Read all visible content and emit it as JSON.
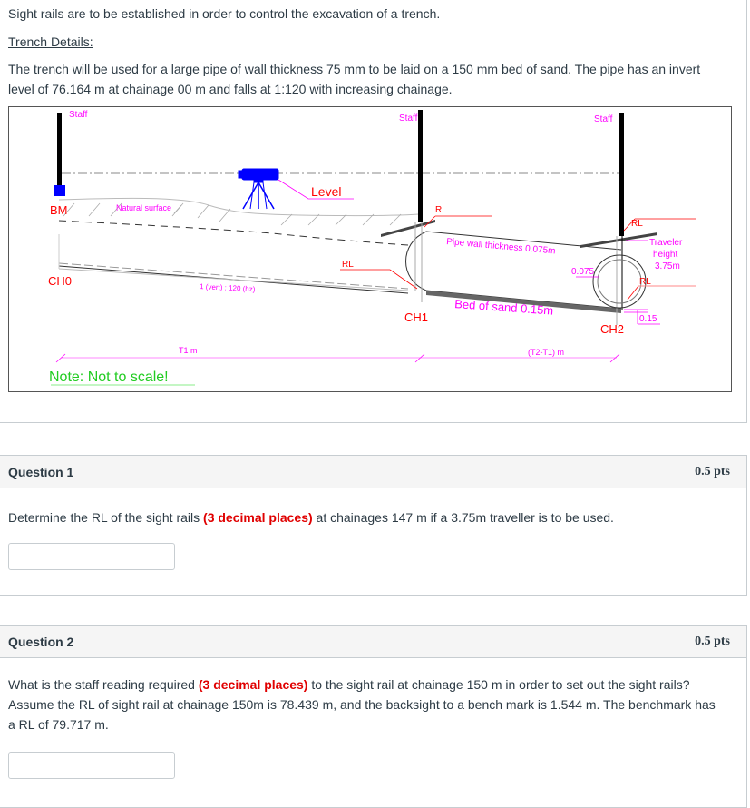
{
  "intro": {
    "line1": "Sight rails are to be established in order to control the excavation of a trench.",
    "heading": "Trench Details:",
    "details_line1": "The trench will be used for a large pipe of wall thickness 75 mm to be laid on a 150 mm bed of sand.  The pipe has an invert",
    "details_line2": "level of 76.164 m at chainage 00 m and falls at 1:120 with increasing chainage."
  },
  "diagram": {
    "labels": {
      "staff_1": "Staff",
      "staff_2": "Staff",
      "staff_3": "Staff",
      "bm": "BM",
      "natural_surface": "Natural surface",
      "level": "Level",
      "rl_1": "RL",
      "rl_2": "RL",
      "rl_3": "RL",
      "rl_4": "RL",
      "pipe_wall": "Pipe wall thickness 0.075m",
      "traveler_1": "Traveler",
      "traveler_2": "height",
      "traveler_3": "3.75m",
      "wall_dim": "0.075",
      "ch0": "CH0",
      "ch1": "CH1",
      "ch2": "CH2",
      "gradient": "1 (vert) : 120 (hz)",
      "bed_of_sand": "Bed of sand 0.15m",
      "sand_dim": "0.15",
      "t1": "T1 m",
      "t2_t1": "(T2-T1) m",
      "note": "Note: Not to scale!"
    },
    "colors": {
      "magenta": "#ff00ff",
      "red": "#ff0000",
      "green": "#22cc22",
      "instrument_blue": "#0000ff"
    }
  },
  "questions": [
    {
      "title": "Question 1",
      "points": "0.5 pts",
      "text_before": "Determine the RL of the sight rails ",
      "highlight": "(3 decimal places)",
      "text_after": " at chainages 147 m if a 3.75m traveller is to be used.",
      "answer_value": ""
    },
    {
      "title": "Question 2",
      "points": "0.5 pts",
      "text_before": "What is the staff reading required ",
      "highlight": "(3 decimal places)",
      "text_after_line1": " to the sight rail at chainage 150 m in order to set out the sight rails?",
      "line2": "Assume the RL of sight rail at chainage 150m is 78.439 m, and the backsight to a bench mark is 1.544 m. The benchmark has",
      "line3": "a RL of 79.717 m.",
      "answer_value": ""
    }
  ]
}
